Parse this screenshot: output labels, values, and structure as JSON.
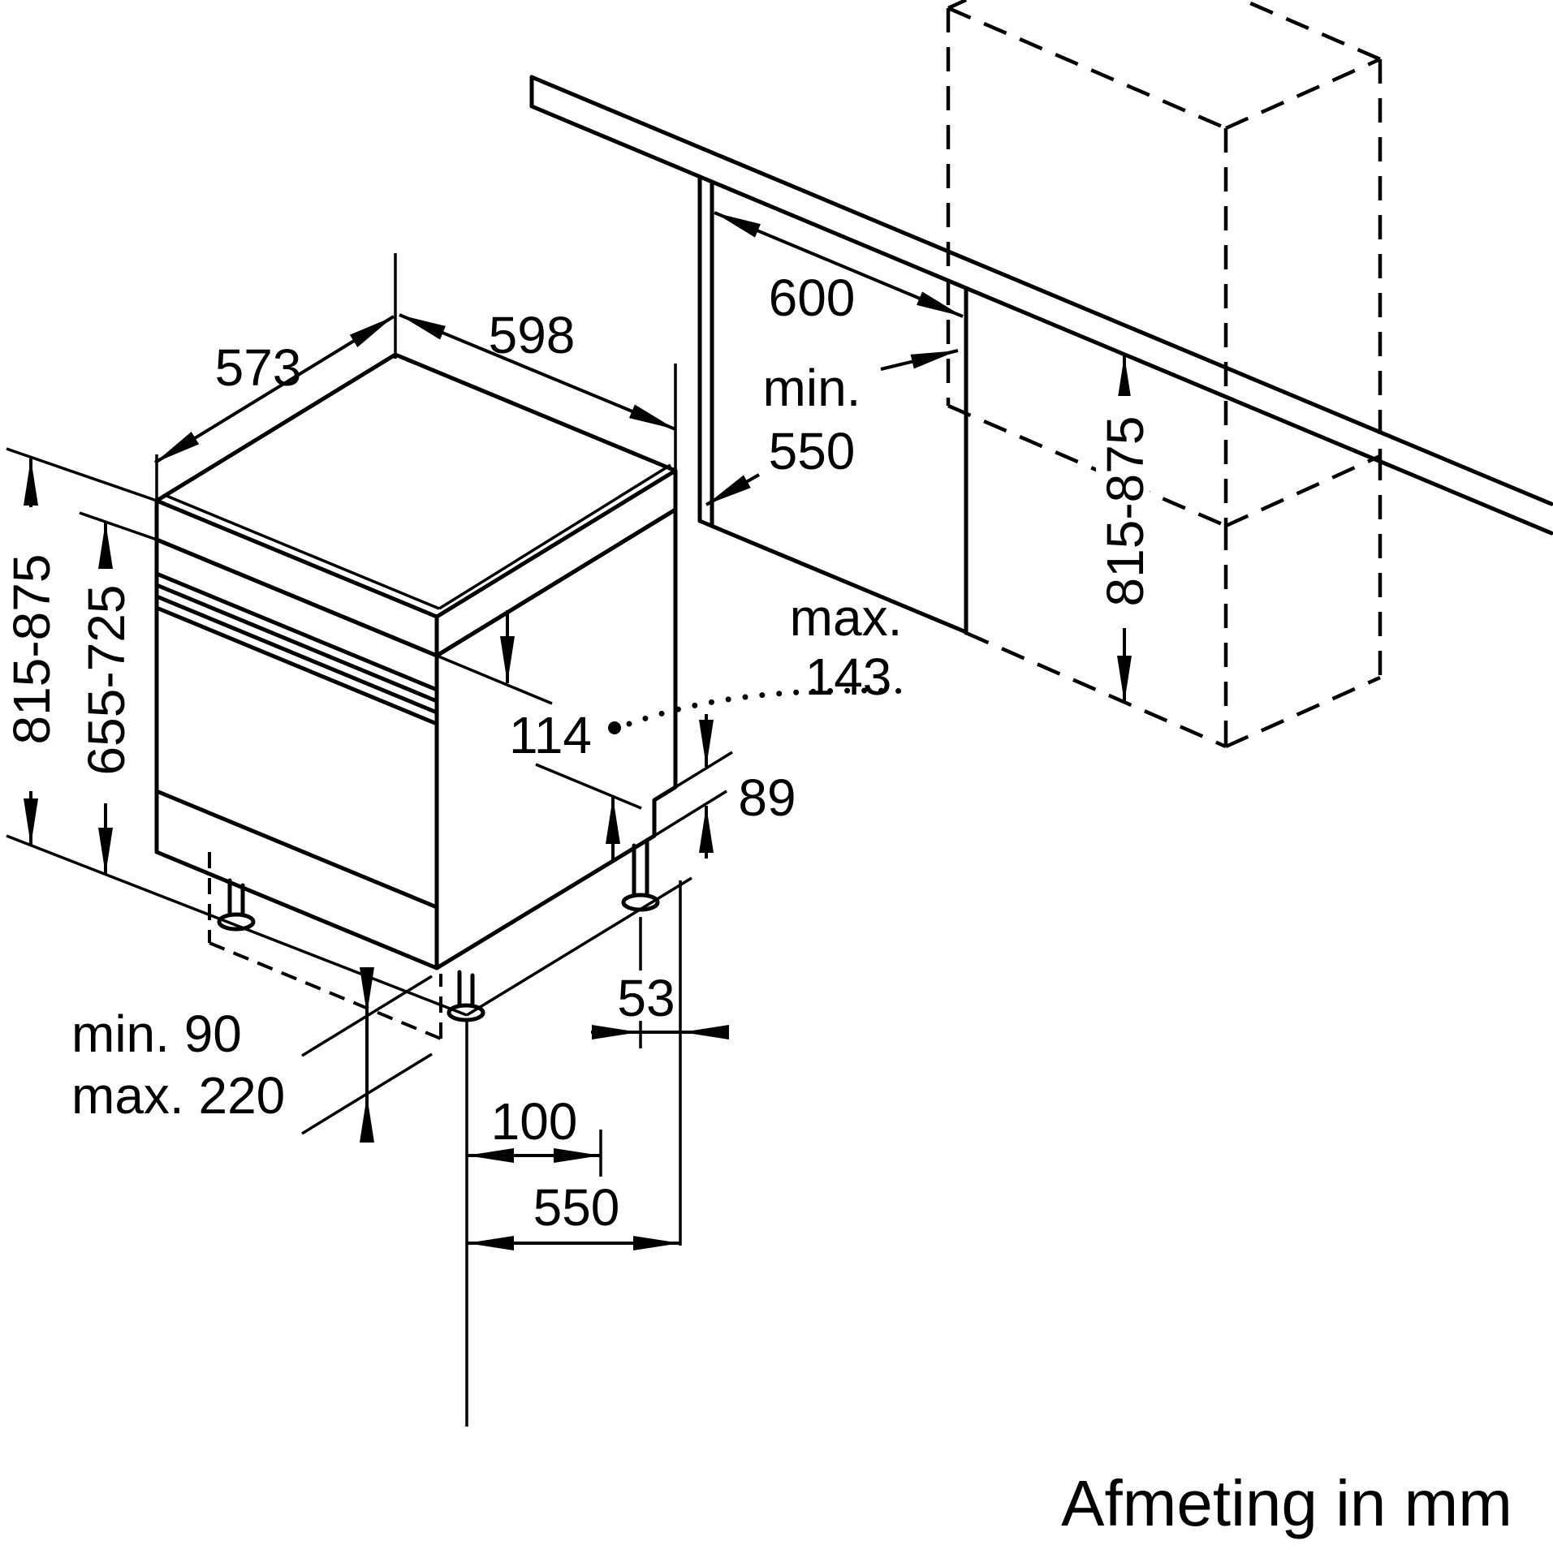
{
  "caption": "Afmeting in mm",
  "labels": {
    "top_depth": "573",
    "top_width": "598",
    "worktop_depth": "600",
    "niche_min_line1": "min.",
    "niche_min_line2": "550",
    "niche_height": "815-875",
    "appliance_height": "815-875",
    "door_top_height": "655-725",
    "panel_height": "114",
    "max_line1": "max.",
    "max_line2": "143",
    "rear_notch_height": "89",
    "rear_offset": "53",
    "plinth_min": "min. 90",
    "plinth_max": "max. 220",
    "plinth_depth": "100",
    "base_depth": "550"
  },
  "colors": {
    "line": "#000000",
    "background": "#ffffff"
  }
}
